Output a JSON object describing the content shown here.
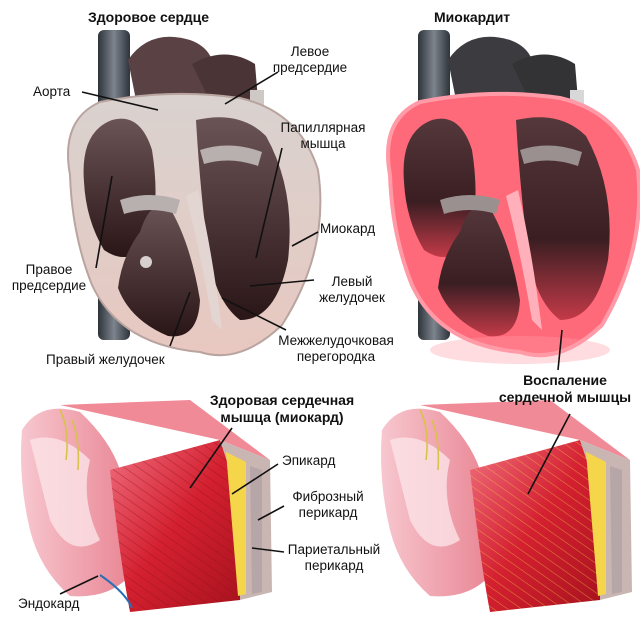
{
  "titles": {
    "healthy_heart": "Здоровое сердце",
    "myocarditis": "Миокардит",
    "healthy_muscle": "Здоровая сердечная\nмышца (миокард)",
    "inflamed_muscle": "Воспаление\nсердечной мышцы"
  },
  "labels": {
    "aorta": "Аорта",
    "left_atrium": "Левое\nпредсердие",
    "papillary_muscle": "Папиллярная\nмышца",
    "myocardium": "Миокард",
    "right_atrium": "Правое\nпредсердие",
    "left_ventricle": "Левый\nжелудочек",
    "septum": "Межжелудочковая\nперегородка",
    "right_ventricle": "Правый желудочек",
    "epicardium": "Эпикард",
    "fibrous_pericardium": "Фиброзный\nперикард",
    "parietal_pericardium": "Париетальный\nперикард",
    "endocardium": "Эндокард"
  },
  "colors": {
    "healthy_wall": "#e8c8c0",
    "inflamed_wall": "#ff5c6e",
    "chamber": "#3a2426",
    "vessel": "#4a4f57",
    "muscle": "#d82a34",
    "fat": "#f3d34a"
  }
}
